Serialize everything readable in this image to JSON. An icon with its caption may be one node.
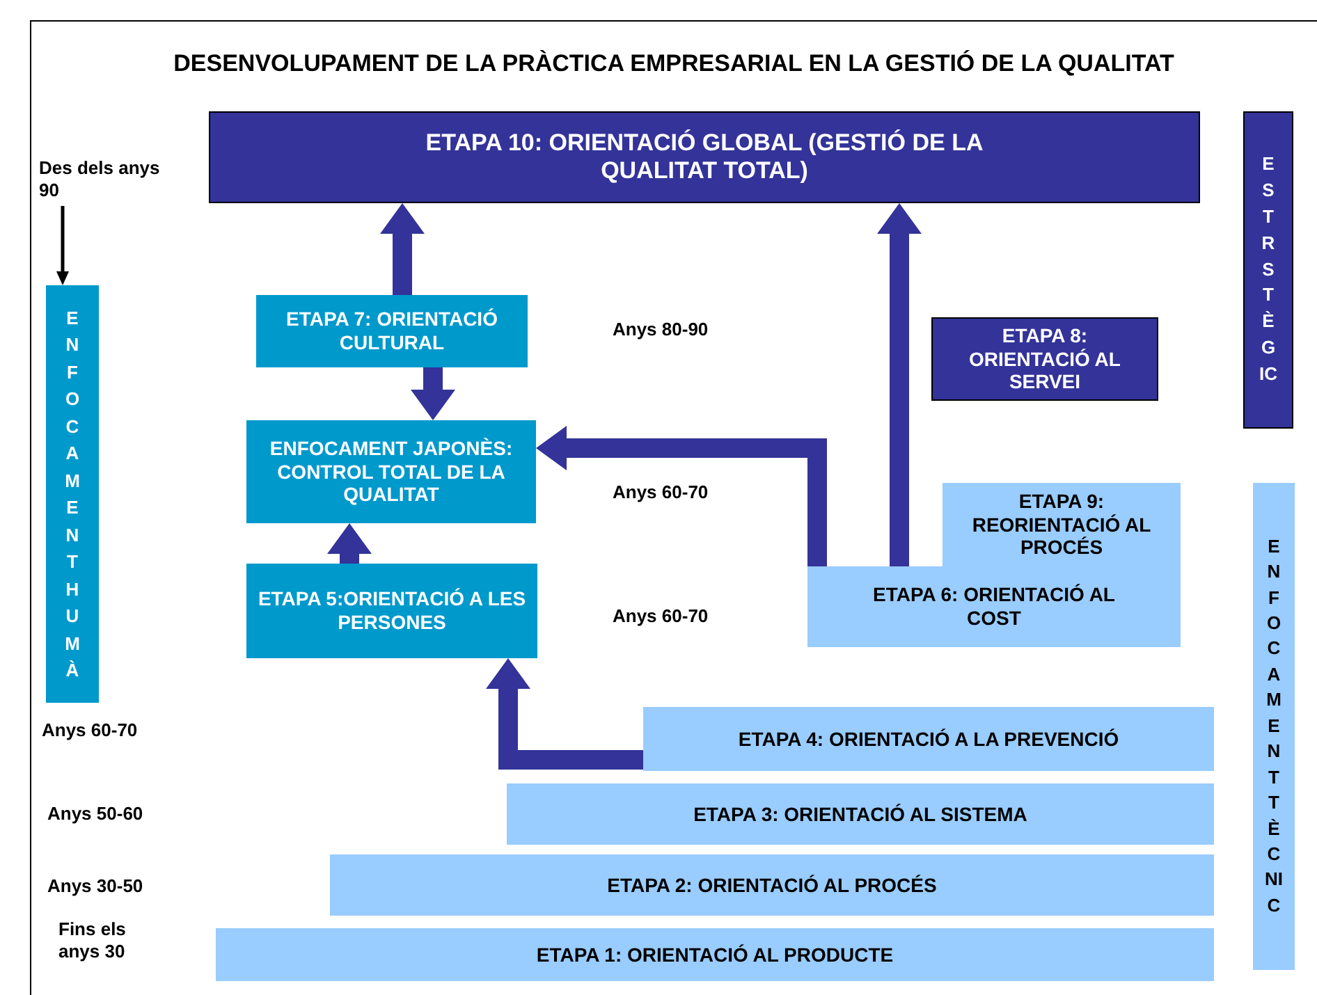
{
  "diagram": {
    "title": "DESENVOLUPAMENT DE LA PRÀCTICA EMPRESARIAL EN LA GESTIÓ DE LA QUALITAT",
    "nodes": [
      {
        "text": [
          "ETAPA 10: ORIENTACIÓ GLOBAL (GESTIÓ DE LA QUALITAT TOTAL)"
        ]
      },
      {
        "text": [
          "Des dels anys 90"
        ]
      },
      {
        "text": [
          "ESTRSTÈGIC"
        ]
      },
      {
        "text": [
          "ENFOCAMENT HUMÀ"
        ]
      },
      {
        "text": [
          "ETAPA 7: ORIENTACIÓ CULTURAL"
        ]
      },
      {
        "text": [
          "ETAPA 8: ORIENTACIÓ AL SERVEI"
        ]
      },
      {
        "text": [
          "ENFOCAMENT JAPONÈS: CONTROL TOTAL DE LA QUALITAT"
        ]
      },
      {
        "text": [
          "ETAPA 9: REORIENTACIÓ AL PROCÉS"
        ]
      },
      {
        "text": [
          "ETAPA 5:ORIENTACIÓ A LES PERSONES"
        ]
      },
      {
        "text": [
          "ETAPA 6: ORIENTACIÓ AL COST"
        ]
      },
      {
        "text": [
          "ENFOCAMENT TÈCNIC"
        ]
      },
      {
        "text": [
          "ETAPA 4: ORIENTACIÓ A LA PREVENCIÓ"
        ]
      },
      {
        "text": [
          "ETAPA 3: ORIENTACIÓ AL SISTEMA"
        ]
      },
      {
        "text": [
          "ETAPA 2: ORIENTACIÓ AL PROCÉS"
        ]
      },
      {
        "text": [
          "ETAPA 1: ORIENTACIÓ AL PRODUCTE"
        ]
      }
    ],
    "edges": [
      {
        "from": 1,
        "to": 3,
        "arrow": "to",
        "color": "#000000"
      },
      {
        "from": 4,
        "to": 0,
        "arrow": "to"
      },
      {
        "from": 4,
        "to": 6,
        "arrow": "to"
      },
      {
        "from": 8,
        "to": 6,
        "arrow": "to"
      },
      {
        "from": 9,
        "to": 6,
        "arrow": "to"
      },
      {
        "from": 9,
        "to": 0,
        "arrow": "to"
      },
      {
        "from": 11,
        "to": 8,
        "arrow": "to"
      }
    ],
    "labels": [
      "Anys 80-90",
      "Anys 60-70",
      "Anys 60-70",
      "Anys 60-70",
      "Anys 50-60",
      "Anys 30-50",
      "Fins els anys 30"
    ]
  }
}
